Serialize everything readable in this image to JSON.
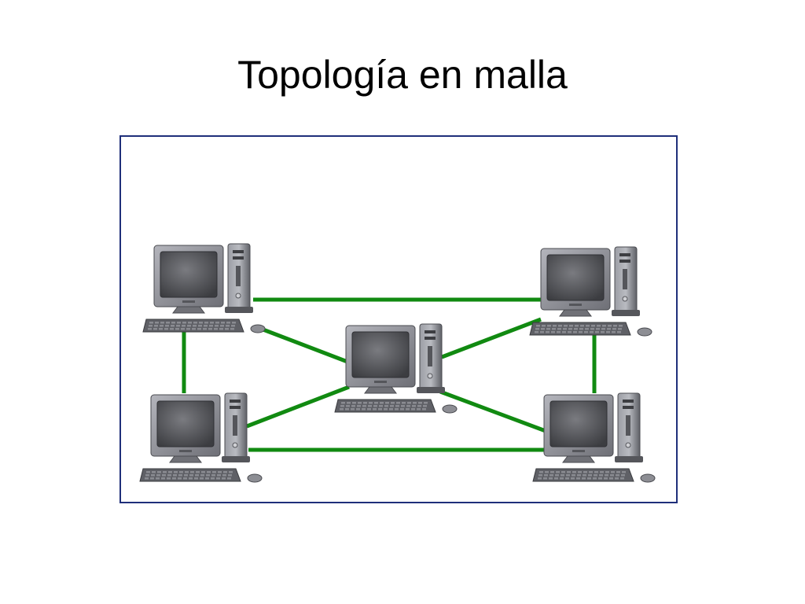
{
  "slide": {
    "title": "Topología en malla"
  },
  "diagram": {
    "type": "mesh-topology",
    "colors": {
      "link": "#118a11",
      "frame_border": "#1f2f7a",
      "monitor_body": "#8e8f96",
      "screen": "#4e4f53",
      "keyboard": "#5f6066",
      "tower": "#7d7f86"
    },
    "nodes": [
      {
        "id": "pc-top-left",
        "icon": "desktop-computer-icon"
      },
      {
        "id": "pc-top-right",
        "icon": "desktop-computer-icon"
      },
      {
        "id": "pc-center",
        "icon": "desktop-computer-icon"
      },
      {
        "id": "pc-bottom-left",
        "icon": "desktop-computer-icon"
      },
      {
        "id": "pc-bottom-right",
        "icon": "desktop-computer-icon"
      }
    ],
    "links": [
      {
        "from": "pc-top-left",
        "to": "pc-top-right"
      },
      {
        "from": "pc-bottom-left",
        "to": "pc-bottom-right"
      },
      {
        "from": "pc-top-left",
        "to": "pc-bottom-left"
      },
      {
        "from": "pc-top-right",
        "to": "pc-bottom-right"
      },
      {
        "from": "pc-top-left",
        "to": "pc-center"
      },
      {
        "from": "pc-top-right",
        "to": "pc-center"
      },
      {
        "from": "pc-bottom-left",
        "to": "pc-center"
      },
      {
        "from": "pc-bottom-right",
        "to": "pc-center"
      }
    ]
  }
}
